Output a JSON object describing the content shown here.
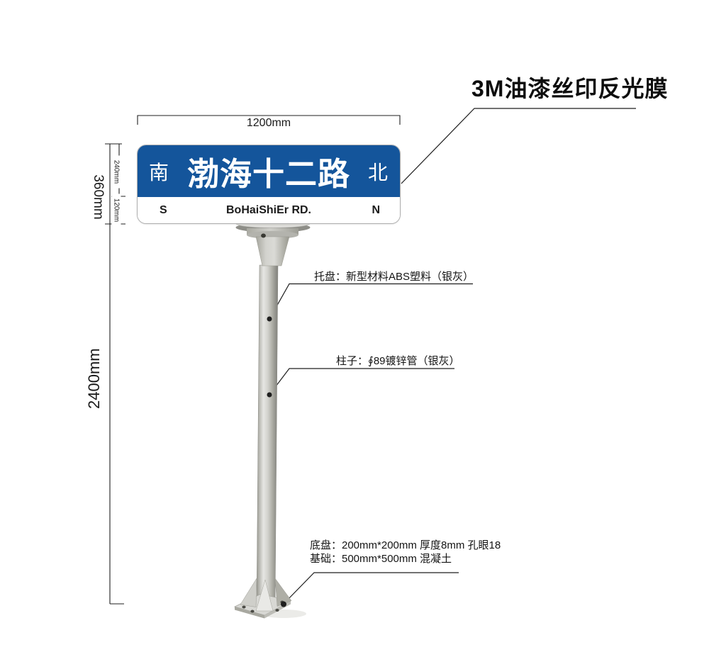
{
  "film_label": "3M油漆丝印反光膜",
  "dimensions": {
    "board_width": "1200mm",
    "board_height": "360mm",
    "blue_panel_height": "240mm",
    "white_strip_height": "120mm",
    "pole_height": "2400mm"
  },
  "sign": {
    "direction_left_cn": "南",
    "road_name_cn": "渤海十二路",
    "direction_right_cn": "北",
    "direction_left_en": "S",
    "road_name_en": "BoHaiShiEr RD.",
    "direction_right_en": "N"
  },
  "annotations": {
    "tray": "托盘：新型材料ABS塑料（银灰）",
    "pole": "柱子：∮89镀锌管（银灰）",
    "base_plate": "底盘：200mm*200mm 厚度8mm 孔眼18",
    "foundation": "基础：500mm*500mm 混凝土"
  },
  "colors": {
    "sign_blue": "#14559B",
    "pole_silver": "#c9c9c5",
    "line_black": "#1f1f1f"
  }
}
